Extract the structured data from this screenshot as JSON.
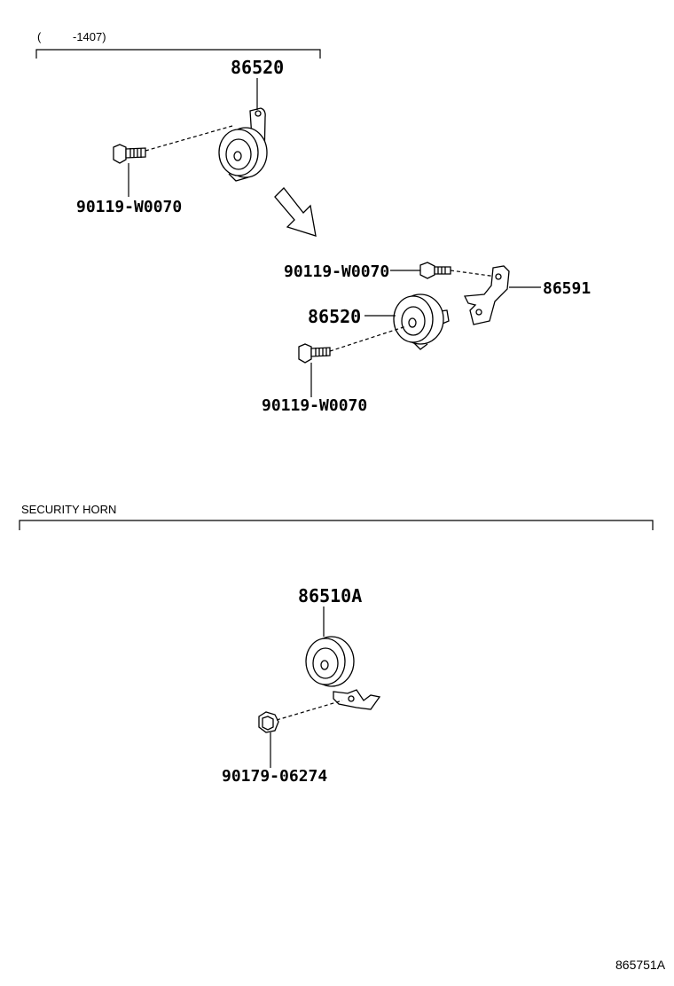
{
  "section1": {
    "note_open": "(",
    "note_close": "-1407)",
    "parts": {
      "horn": "86520",
      "bolt": "90119-W0070"
    }
  },
  "section2": {
    "parts": {
      "bolt_top": "90119-W0070",
      "bracket": "86591",
      "horn": "86520",
      "bolt_bottom": "90119-W0070"
    }
  },
  "section3": {
    "title": "SECURITY HORN",
    "parts": {
      "horn": "86510A",
      "nut": "90179-06274"
    }
  },
  "figure_ref": "865751A"
}
